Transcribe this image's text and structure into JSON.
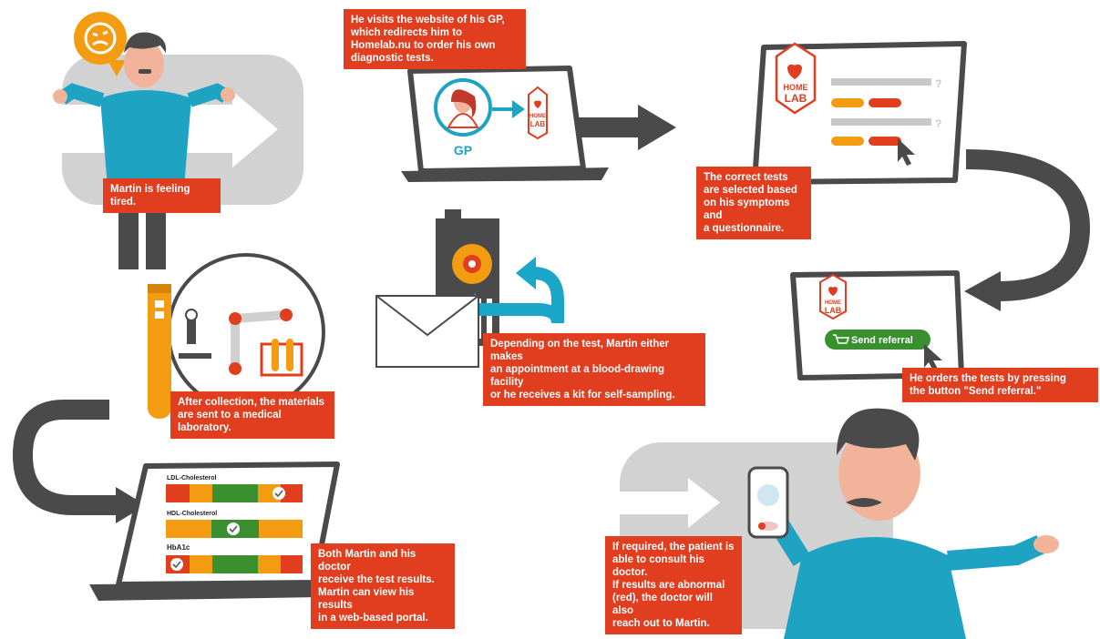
{
  "steps": [
    {
      "id": "tired",
      "text": "Martin is feeling tired."
    },
    {
      "id": "gp",
      "text": "He visits the website of his GP,\nwhich redirects him to\nHomelab.nu to order his own\ndiagnostic tests."
    },
    {
      "id": "tests",
      "text": "The correct tests\nare selected based\non his symptoms and\na questionnaire."
    },
    {
      "id": "order",
      "text": "He orders the tests by pressing\nthe button \"Send referral.\""
    },
    {
      "id": "sample",
      "text": "Depending on the test, Martin either makes\nan appointment at a blood-drawing facility\nor he receives a kit for self-sampling."
    },
    {
      "id": "lab",
      "text": "After collection, the materials\nare sent to a medical laboratory."
    },
    {
      "id": "results",
      "text": "Both Martin and his doctor\nreceive the test results.\nMartin can view his results\nin a web-based portal."
    },
    {
      "id": "consult",
      "text": "If required, the patient is\nable to consult his doctor.\nIf results are abnormal\n(red), the doctor will also\nreach out to Martin."
    }
  ],
  "labels": {
    "gp": "GP",
    "home": "HOME",
    "lab": "LAB",
    "send_referral": "Send referral",
    "ldl": "LDL-Cholesterol",
    "hdl": "HDL-Cholesterol",
    "hba1c": "HbA1c",
    "question_mark": "?"
  },
  "icons": [
    "tired-emoji-icon",
    "arrow-icon",
    "heart-house-icon",
    "cursor-icon",
    "cart-icon",
    "check-icon",
    "envelope-icon",
    "flower-logo-icon",
    "microscope-icon",
    "robot-arm-icon",
    "test-tubes-icon",
    "phone-icon",
    "doctor-avatar-icon"
  ],
  "colors": {
    "caption_red": "#e03e1e",
    "arrow_dark": "#4a4a4a",
    "teal": "#1aa6c8",
    "orange": "#f39c12",
    "green": "#3a8f2f",
    "grey_band": "#d2d2d2"
  }
}
